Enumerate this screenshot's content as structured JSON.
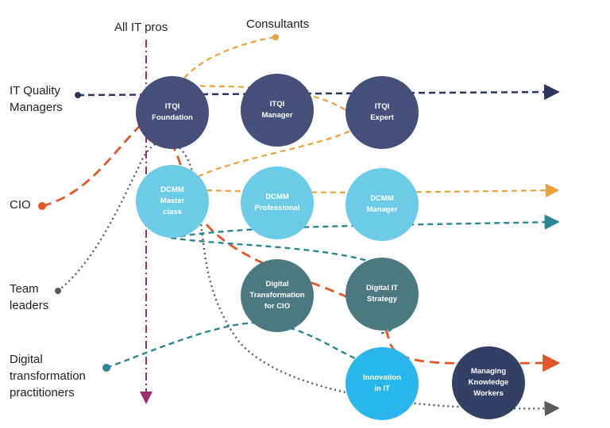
{
  "colors": {
    "navy": "#2c3560",
    "slate_circle": "#44507a",
    "light_blue": "#6ccbe6",
    "teal_circle": "#4a7a80",
    "bright_blue": "#29b6ea",
    "dark_navy_circle": "#344166",
    "orange": "#e9a23b",
    "red_orange": "#e4562a",
    "teal_line": "#2b8690",
    "gray": "#5a5a5a",
    "magenta": "#9c2d6a"
  },
  "labels": {
    "all_it_pros": "All IT pros",
    "consultants": "Consultants",
    "it_quality_managers": "IT Quality\nManagers",
    "cio": "CIO",
    "team_leaders": "Team\nleaders",
    "digital_transformation_practitioners": "Digital\ntransformation\npractitioners"
  },
  "circles": {
    "itqi_foundation": "ITQI\nFoundation",
    "itqi_manager": "ITQI\nManager",
    "itqi_expert": "ITQI\nExpert",
    "dcmm_master_class": "DCMM\nMaster\nclass",
    "dcmm_professional": "DCMM\nProfessional",
    "dcmm_manager": "DCMM\nManager",
    "digital_transformation_for_cio": "Digital\nTransformation\nfor CIO",
    "digital_it_strategy": "Digital IT\nStrategy",
    "innovation_in_it": "Innovation\nin IT",
    "managing_knowledge_workers": "Managing\nKnowledge\nWorkers"
  }
}
